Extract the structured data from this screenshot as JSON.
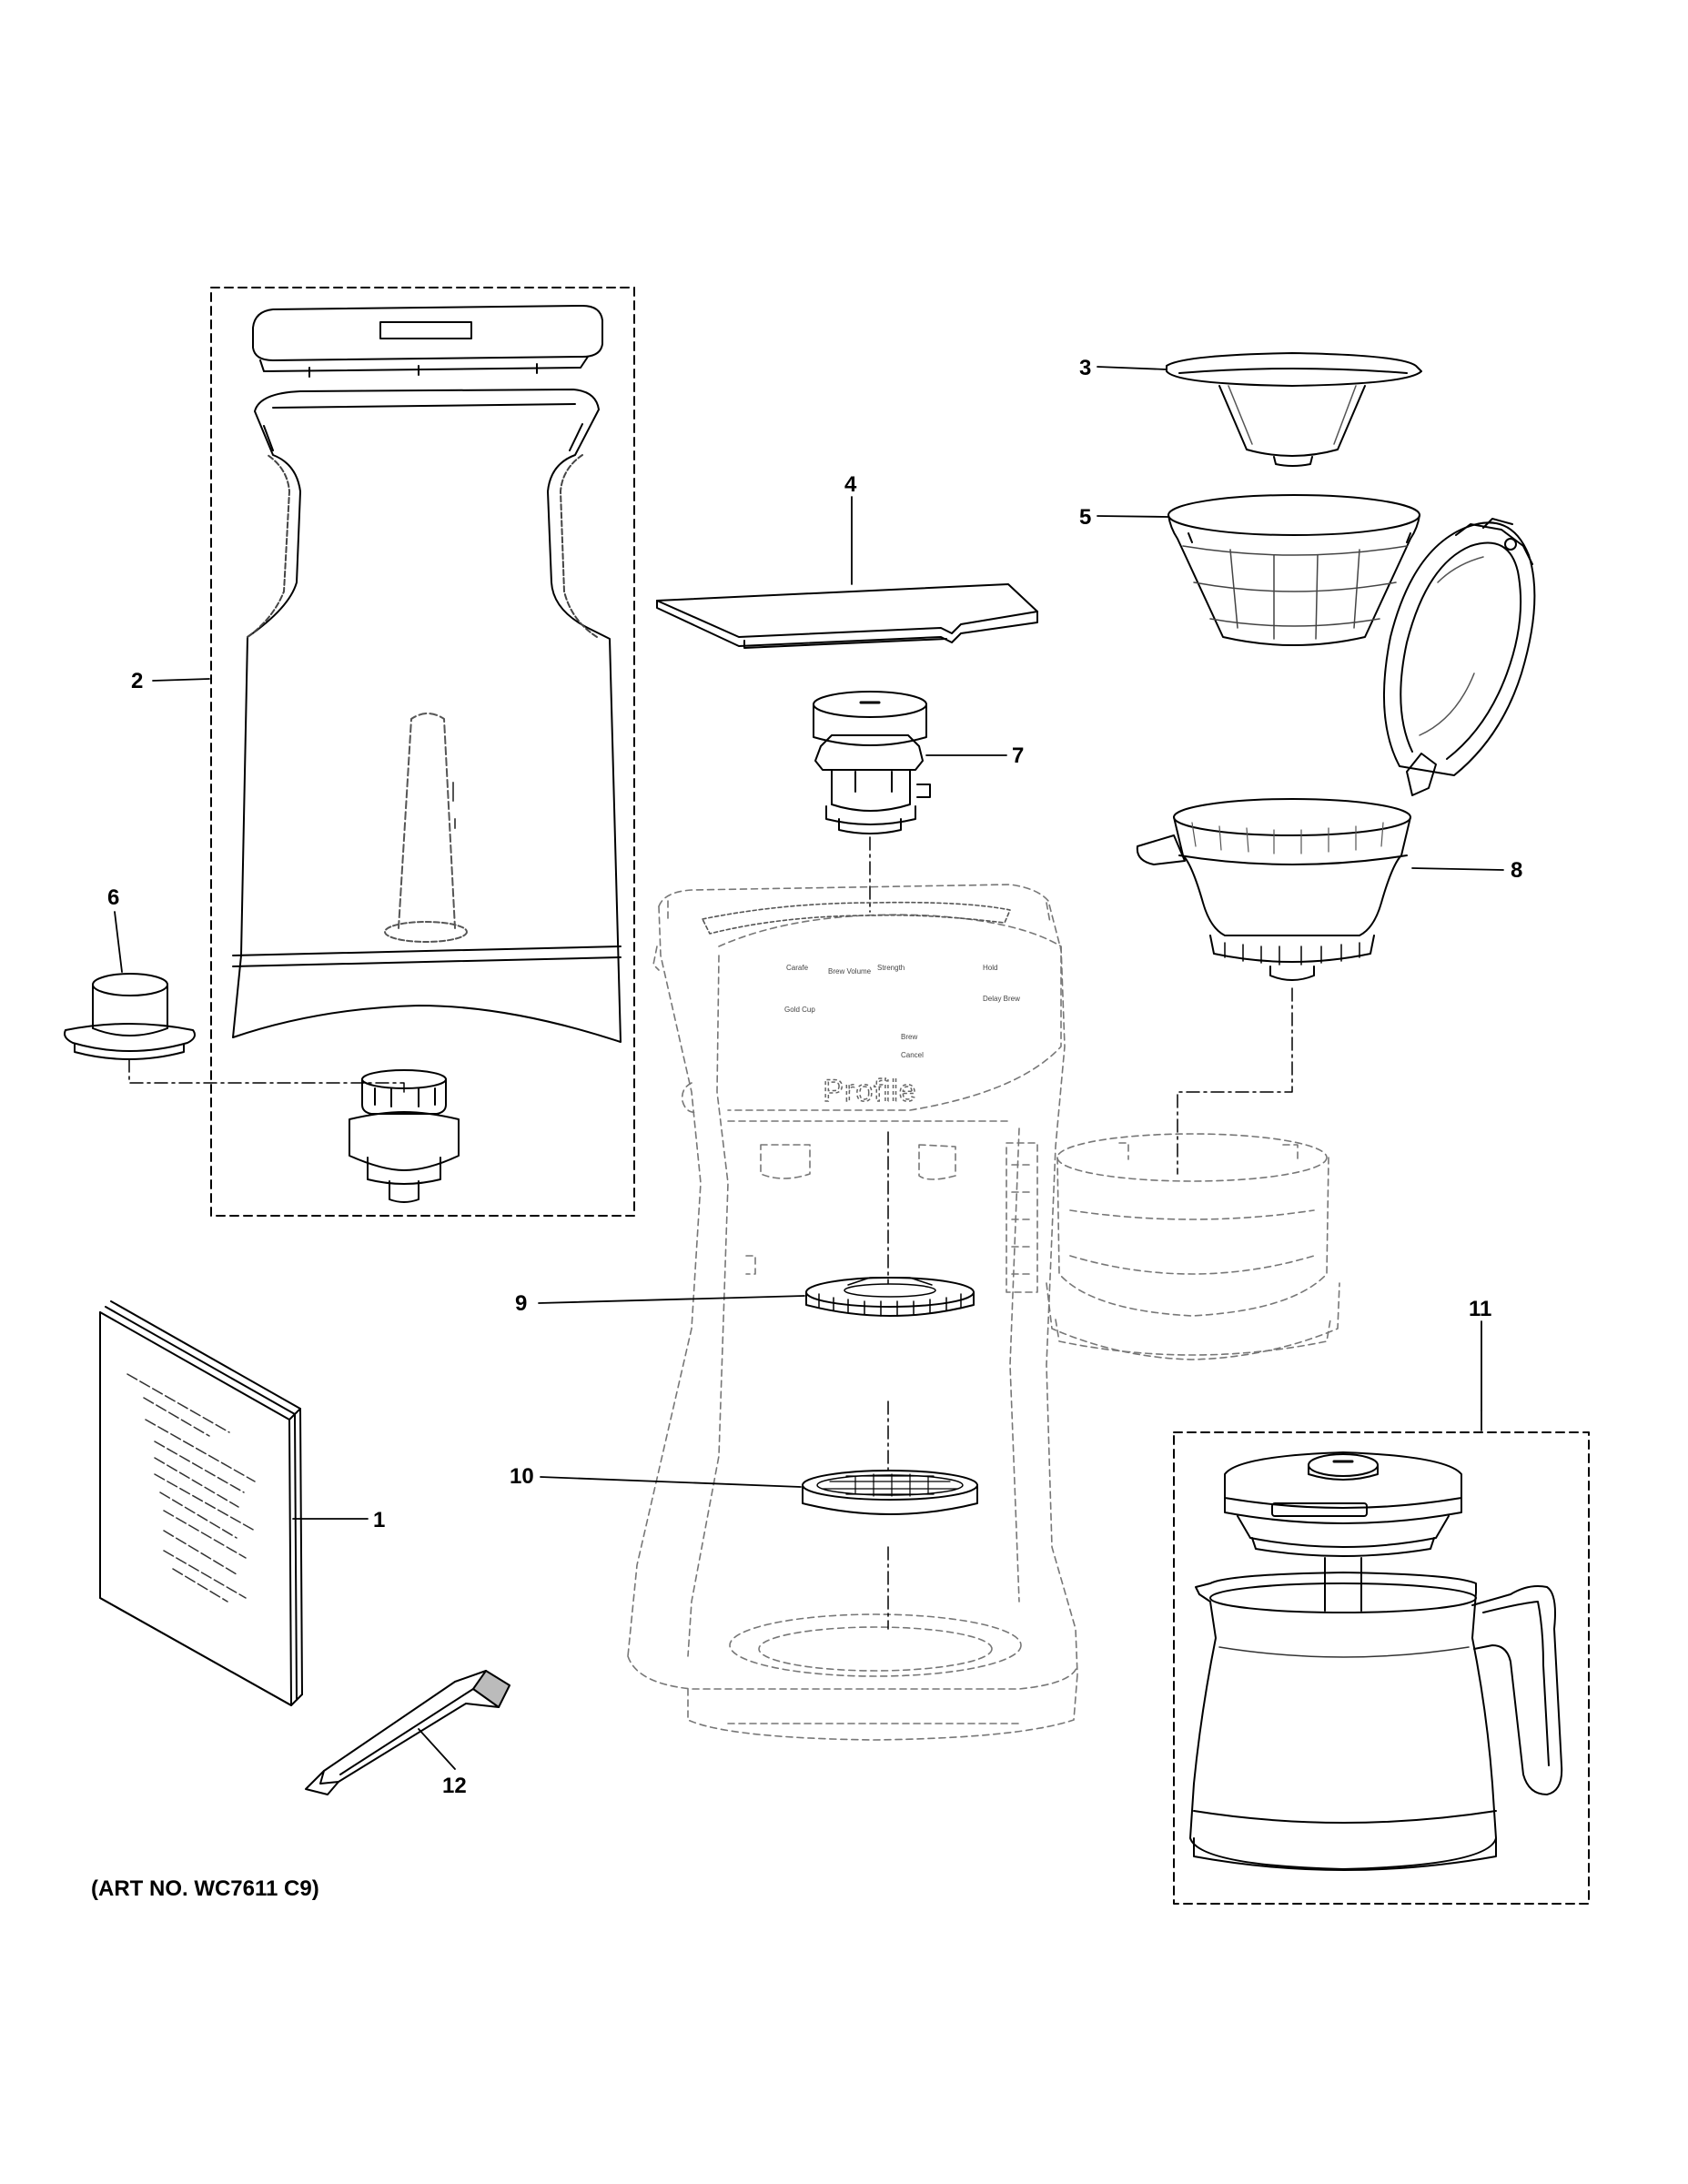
{
  "diagram": {
    "callouts": {
      "p1": "1",
      "p2": "2",
      "p3": "3",
      "p4": "4",
      "p5": "5",
      "p6": "6",
      "p7": "7",
      "p8": "8",
      "p9": "9",
      "p10": "10",
      "p11": "11",
      "p12": "12"
    },
    "art_number": "(ART NO. WC7611 C9)",
    "brand_logo": "Profile",
    "control_panel_labels": [
      "Carafe",
      "Brew Volume",
      "Strength",
      "Gold Cup",
      "Hold",
      "Delay Brew",
      "Brew",
      "Cancel"
    ]
  }
}
